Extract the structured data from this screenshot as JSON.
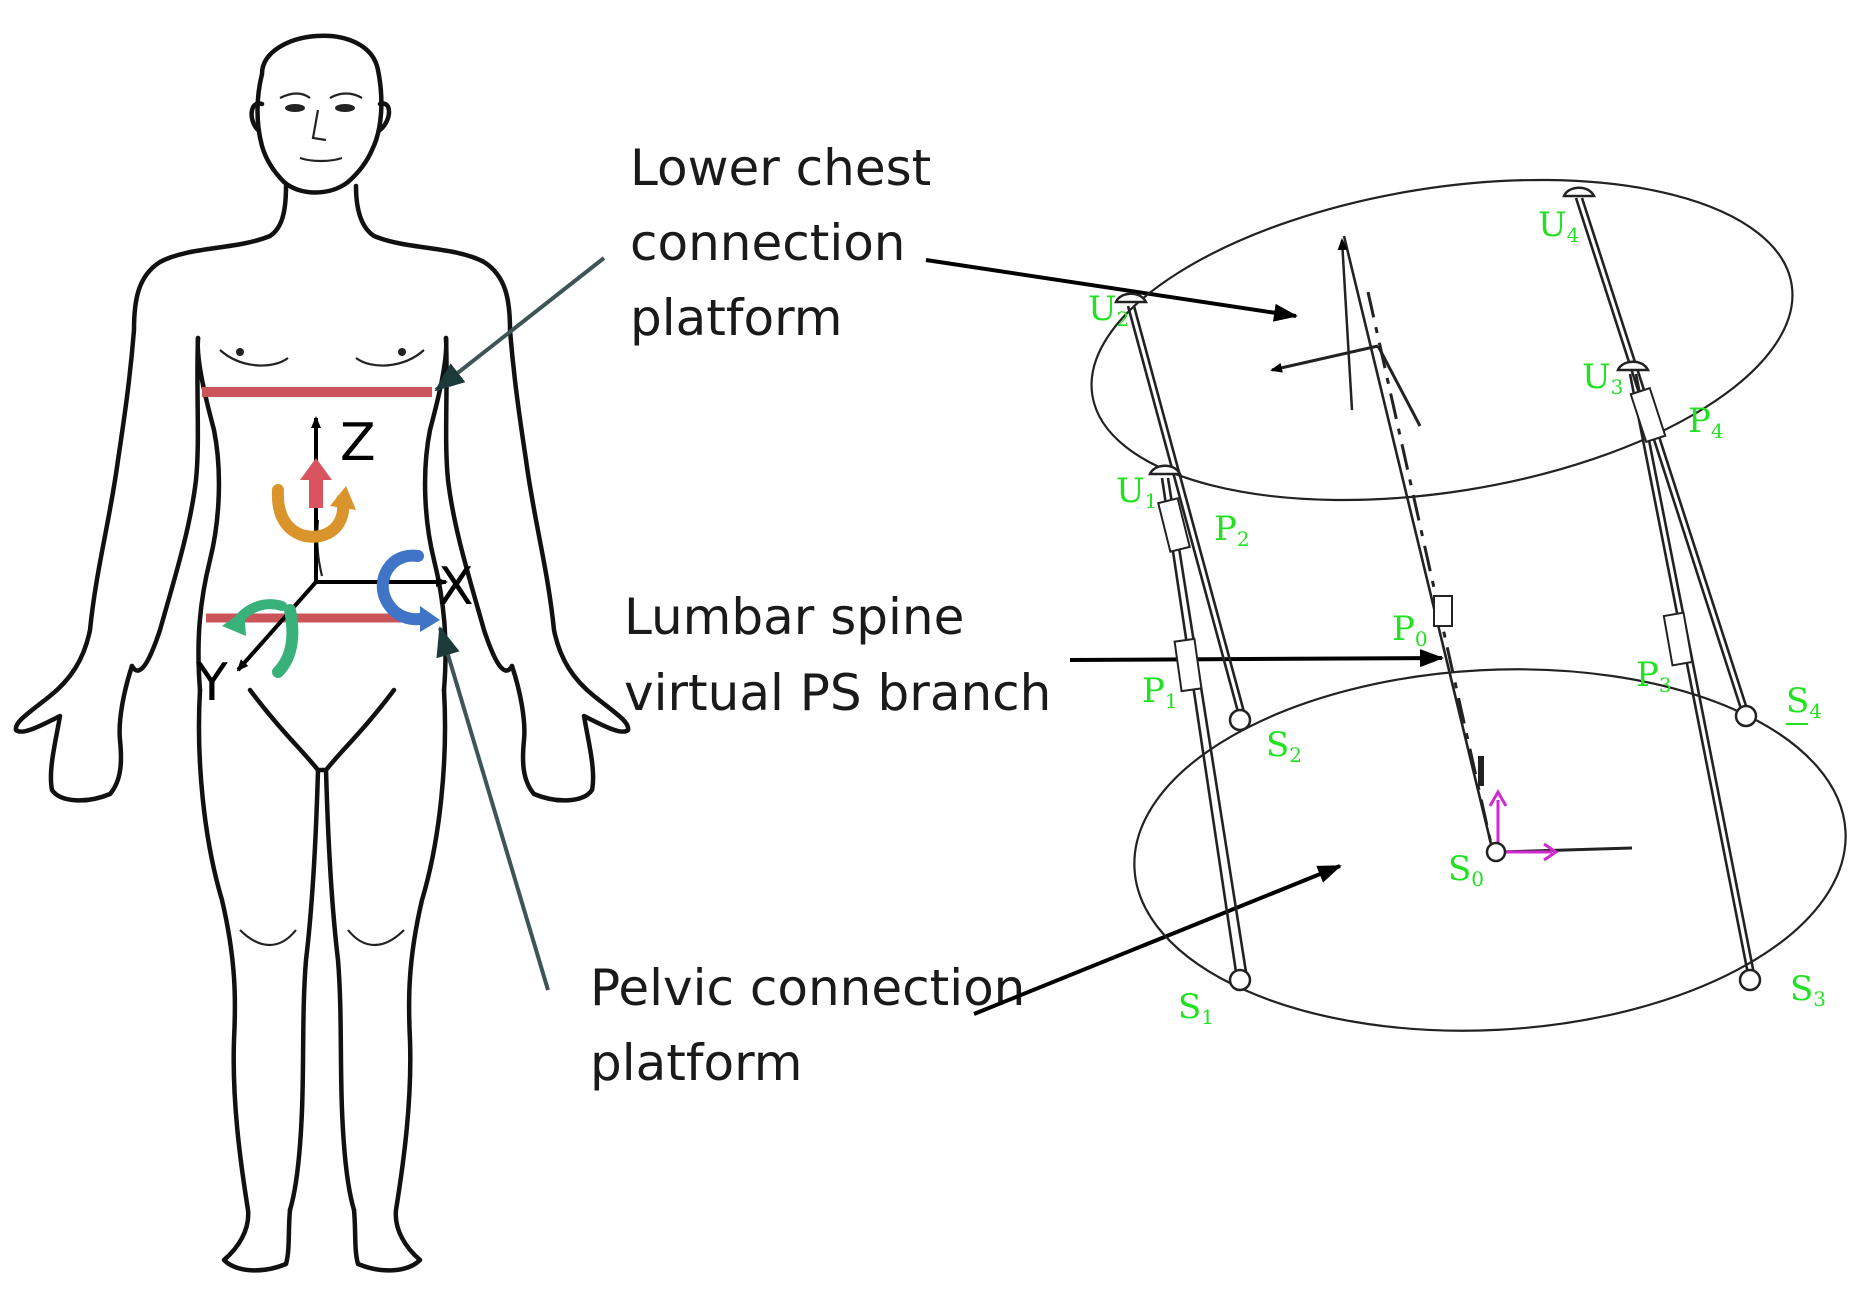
{
  "callouts": {
    "chest": [
      "Lower chest",
      "connection",
      "platform"
    ],
    "lumbar": [
      "Lumbar spine",
      "virtual PS branch"
    ],
    "pelvic": [
      "Pelvic connection",
      "platform"
    ]
  },
  "axes": {
    "z": "Z",
    "x": "X",
    "y": "Y"
  },
  "joints": [
    {
      "id": "u1",
      "letter": "U",
      "sub": "1"
    },
    {
      "id": "u2",
      "letter": "U",
      "sub": "2"
    },
    {
      "id": "u3",
      "letter": "U",
      "sub": "3"
    },
    {
      "id": "u4",
      "letter": "U",
      "sub": "4"
    },
    {
      "id": "p0",
      "letter": "P",
      "sub": "0"
    },
    {
      "id": "p1",
      "letter": "P",
      "sub": "1"
    },
    {
      "id": "p2",
      "letter": "P",
      "sub": "2"
    },
    {
      "id": "p3",
      "letter": "P",
      "sub": "3"
    },
    {
      "id": "p4",
      "letter": "P",
      "sub": "4"
    },
    {
      "id": "s0",
      "letter": "S",
      "sub": "0"
    },
    {
      "id": "s1",
      "letter": "S",
      "sub": "1"
    },
    {
      "id": "s2",
      "letter": "S",
      "sub": "2"
    },
    {
      "id": "s3",
      "letter": "S",
      "sub": "3"
    },
    {
      "id": "s4",
      "letter": "S",
      "sub": "4"
    }
  ],
  "colors": {
    "waist_band": "#c9545a",
    "label_green": "#22e022",
    "rot_z": "#d9952b",
    "rot_x": "#3f74c6",
    "rot_y": "#38b27a",
    "z_arrow": "#d9545f",
    "frame_magenta": "#d02ad0"
  }
}
